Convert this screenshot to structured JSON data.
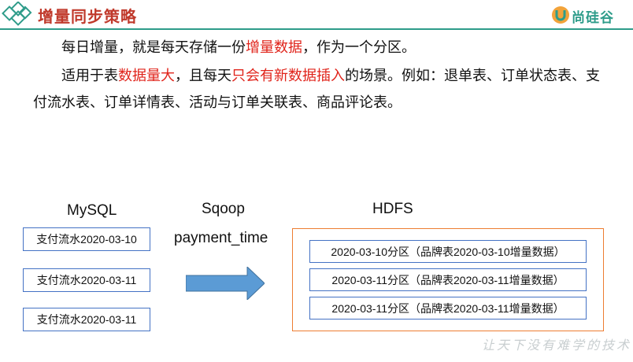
{
  "header": {
    "title": "增量同步策略",
    "brand": "尚硅谷",
    "accent_color": "#2e9c8a",
    "title_color": "#c0392b"
  },
  "body": {
    "p1": [
      {
        "text": "每日增量，就是每天存储一份",
        "hl": false
      },
      {
        "text": "增量数据",
        "hl": true
      },
      {
        "text": "，作为一个分区。",
        "hl": false
      }
    ],
    "p2": [
      {
        "text": "适用于表",
        "hl": false
      },
      {
        "text": "数据量大",
        "hl": true
      },
      {
        "text": "，且每天",
        "hl": false
      },
      {
        "text": "只会有新数据插入",
        "hl": true
      },
      {
        "text": "的场景。例如：退单表、订单状态表、支付流水表、订单详情表、活动与订单关联表、商品评论表。",
        "hl": false
      }
    ],
    "highlight_color": "#e0241b"
  },
  "diagram": {
    "mysql_label": "MySQL",
    "sqoop_label": "Sqoop",
    "sqoop_field": "payment_time",
    "hdfs_label": "HDFS",
    "mysql_boxes": [
      "支付流水2020-03-10",
      "支付流水2020-03-11",
      "支付流水2020-03-11"
    ],
    "hdfs_boxes": [
      "2020-03-10分区（品牌表2020-03-10增量数据）",
      "2020-03-11分区（品牌表2020-03-11增量数据）",
      "2020-03-11分区（品牌表2020-03-11增量数据）"
    ],
    "box_border_color": "#4472c4",
    "frame_color": "#ed7d31",
    "arrow_color": "#5b9bd5"
  },
  "watermark": "让天下没有难学的技术"
}
